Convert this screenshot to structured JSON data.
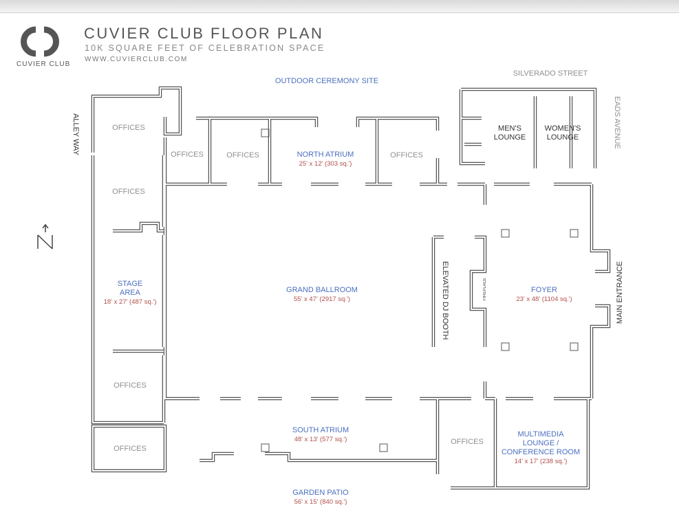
{
  "header": {
    "logo_text": "CUVIER CLUB",
    "title": "CUVIER CLUB FLOOR PLAN",
    "subtitle": "10K SQUARE FEET OF CELEBRATION SPACE",
    "url": "WWW.CUVIERCLUB.COM"
  },
  "streets": {
    "north": "OUTDOOR CEREMONY SITE",
    "silverado": "SILVERADO STREET",
    "eads": "EADS AVENUE",
    "alley": "ALLEY WAY",
    "main_entrance": "MAIN ENTRANCE",
    "compass": "N"
  },
  "rooms": {
    "offices_tl": "OFFICES",
    "offices_t2": "OFFICES",
    "offices_t3": "OFFICES",
    "offices_t4": "OFFICES",
    "offices_l1": "OFFICES",
    "offices_l2": "OFFICES",
    "offices_bl": "OFFICES",
    "offices_br": "OFFICES",
    "mens": [
      "MEN'S",
      "LOUNGE"
    ],
    "womens": [
      "WOMEN'S",
      "LOUNGE"
    ],
    "north_atrium": {
      "name": "NORTH ATRIUM",
      "size": "25' x 12' (303 sq.')"
    },
    "stage": {
      "name": [
        "STAGE",
        "AREA"
      ],
      "size": "18' x 27' (487 sq.')"
    },
    "ballroom": {
      "name": "GRAND BALLROOM",
      "size": "55' x 47' (2917 sq.')"
    },
    "dj_booth": "ELEVATED DJ BOOTH",
    "fireplace": "FIREPLACE",
    "foyer": {
      "name": "FOYER",
      "size": "23' x 48' (1104 sq.')"
    },
    "south_atrium": {
      "name": "SOUTH ATRIUM",
      "size": "48' x 13' (577 sq.')"
    },
    "multimedia": {
      "name": [
        "MULTIMEDIA",
        "LOUNGE /",
        "CONFERENCE ROOM"
      ],
      "size": "14' x 17' (238 sq.')"
    },
    "garden": {
      "name": "GARDEN PATIO",
      "size": "56' x 15' (840 sq.')"
    }
  },
  "colors": {
    "room_label": "#4a6fc0",
    "size_label": "#b0504a",
    "office_label": "#8f8f8f",
    "wall": "#555555"
  }
}
